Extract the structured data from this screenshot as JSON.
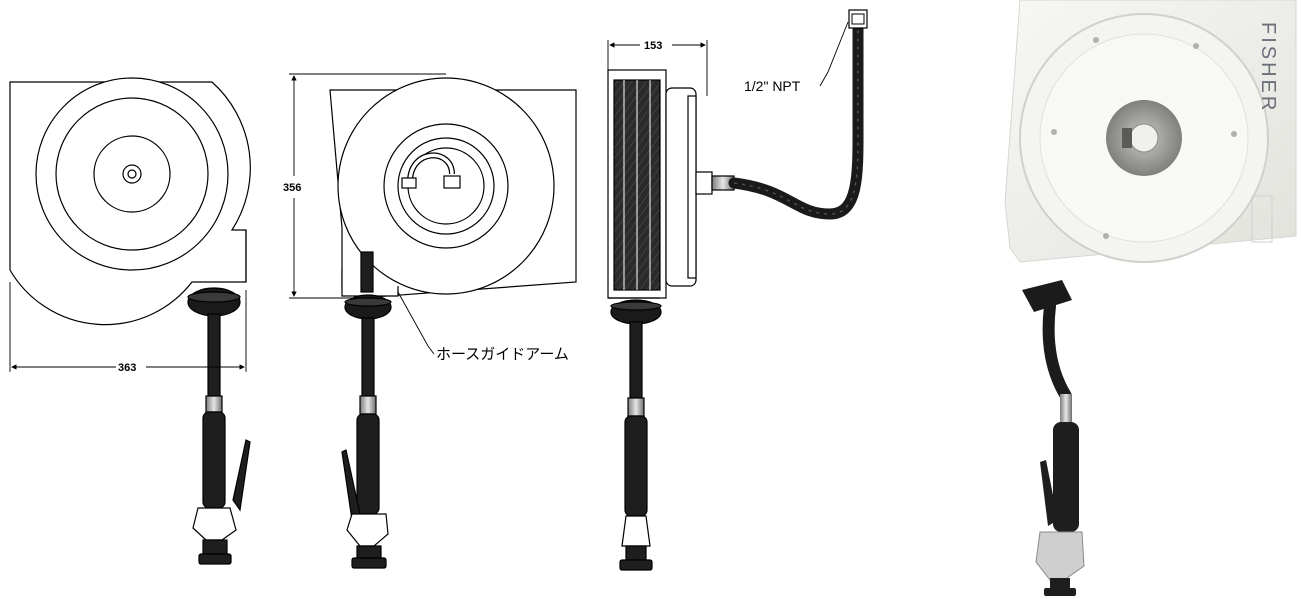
{
  "dimensions": {
    "width_mm": "363",
    "height_mm": "356",
    "depth_mm": "153"
  },
  "labels": {
    "hose_guide_arm": "ホースガイドアーム",
    "inlet_thread": "1/2\" NPT"
  },
  "photo": {
    "brand": "FISHER"
  },
  "colors": {
    "line": "#000000",
    "hose": "#1a1a1a",
    "photo_body": "#efefeb",
    "photo_hub": "#9a9a98"
  }
}
